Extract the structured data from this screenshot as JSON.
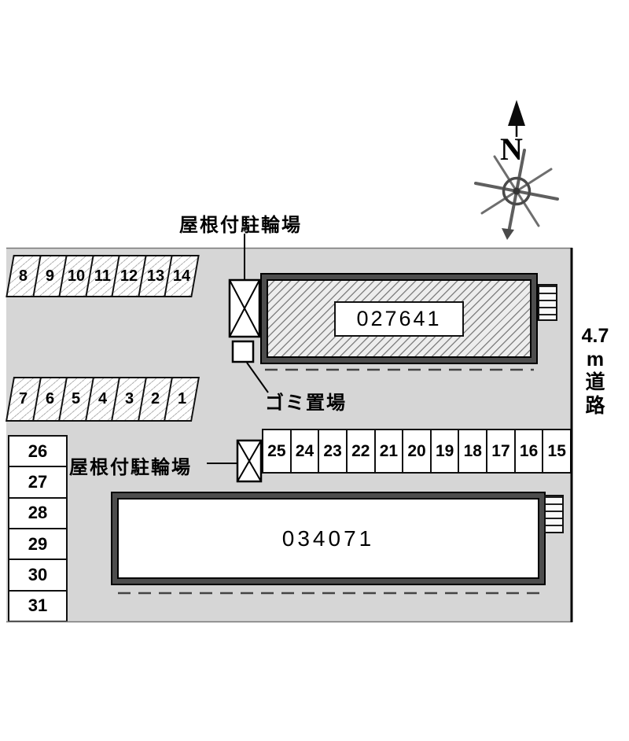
{
  "labels": {
    "bike_parking_top": "屋根付駐輪場",
    "bike_parking_bottom": "屋根付駐輪場",
    "garbage": "ゴミ置場",
    "compass_north": "N",
    "road_vertical": [
      "4.7",
      "m",
      "道",
      "路"
    ]
  },
  "buildings": {
    "top_number": "027641",
    "bottom_number": "034071"
  },
  "stalls": {
    "row_a": [
      "8",
      "9",
      "10",
      "11",
      "12",
      "13",
      "14"
    ],
    "row_b": [
      "7",
      "6",
      "5",
      "4",
      "3",
      "2",
      "1"
    ],
    "left_column": [
      "26",
      "27",
      "28",
      "29",
      "30",
      "31"
    ],
    "row_c": [
      "25",
      "24",
      "23",
      "22",
      "21",
      "20",
      "19",
      "18",
      "17",
      "16",
      "15"
    ]
  },
  "colors": {
    "site_background": "#d6d6d6",
    "building_border": "#4d4d4d",
    "line": "#000000"
  }
}
